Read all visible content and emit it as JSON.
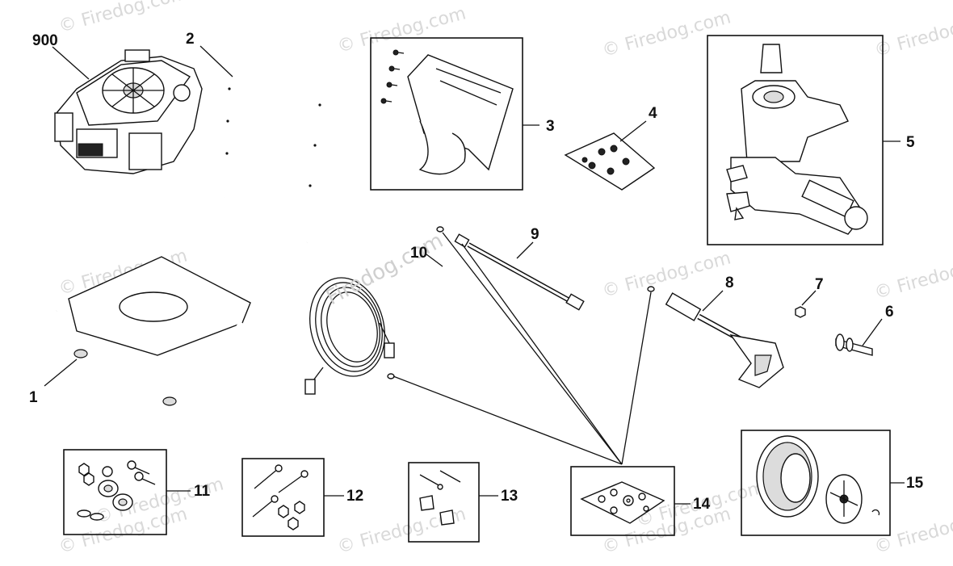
{
  "watermark": {
    "text": "© Firedog.com",
    "overlay_text": "Firedog.com"
  },
  "parts": [
    {
      "id": "p900",
      "label": "900",
      "icon": "engine-icon"
    },
    {
      "id": "p1",
      "label": "1",
      "icon": "base-frame-icon"
    },
    {
      "id": "p2",
      "label": "2",
      "icon": "handle-icon"
    },
    {
      "id": "p3",
      "label": "3",
      "icon": "bracket-kit-icon"
    },
    {
      "id": "p4",
      "label": "4",
      "icon": "screw-bag-icon"
    },
    {
      "id": "p5",
      "label": "5",
      "icon": "pump-icon"
    },
    {
      "id": "p6",
      "label": "6",
      "icon": "axle-bolt-icon"
    },
    {
      "id": "p7",
      "label": "7",
      "icon": "nut-icon"
    },
    {
      "id": "p8",
      "label": "8",
      "icon": "spray-gun-icon"
    },
    {
      "id": "p9",
      "label": "9",
      "icon": "wand-icon"
    },
    {
      "id": "p10",
      "label": "10",
      "icon": "hose-icon"
    },
    {
      "id": "p11",
      "label": "11",
      "icon": "hardware-kit-icon"
    },
    {
      "id": "p12",
      "label": "12",
      "icon": "bolt-kit-icon"
    },
    {
      "id": "p13",
      "label": "13",
      "icon": "hardware-kit-icon"
    },
    {
      "id": "p14",
      "label": "14",
      "icon": "o-ring-kit-icon"
    },
    {
      "id": "p15",
      "label": "15",
      "icon": "wheel-icon"
    }
  ]
}
